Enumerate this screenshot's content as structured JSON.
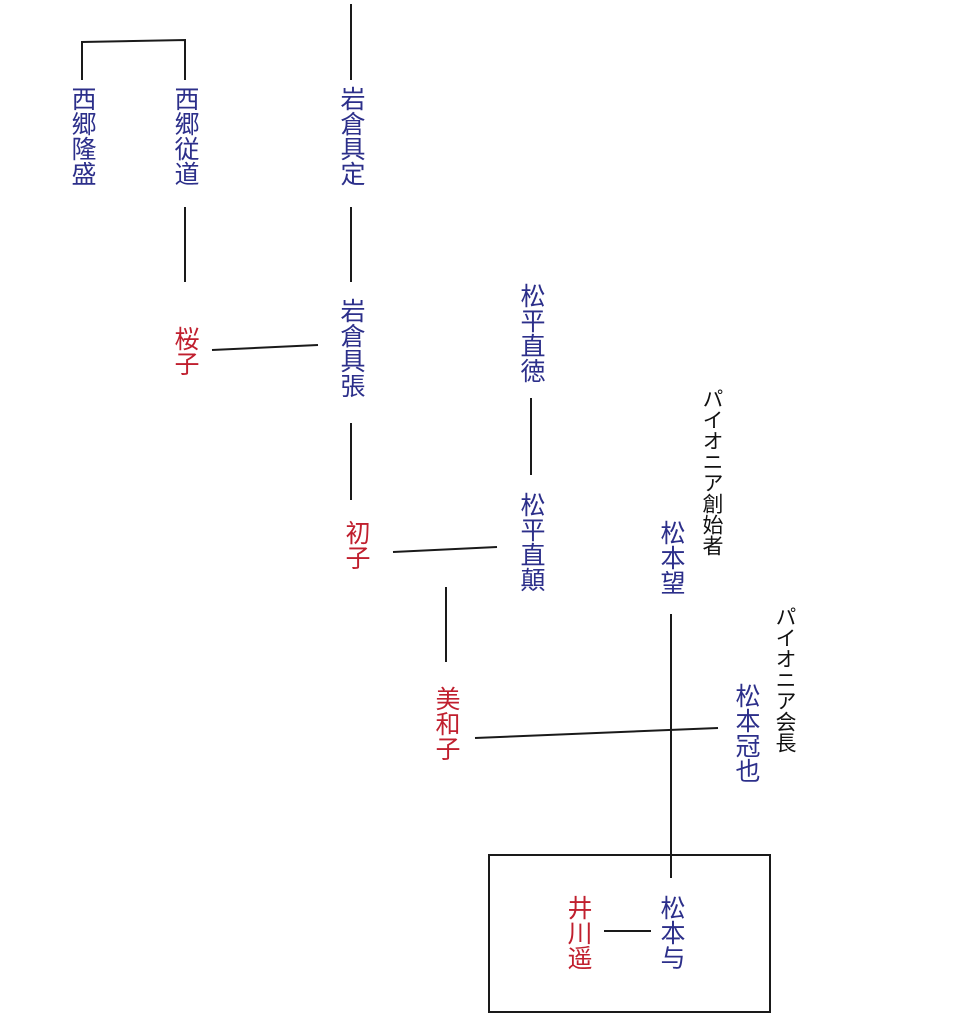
{
  "colors": {
    "male": "#2c2f8a",
    "female": "#c01f2e",
    "note": "#111111",
    "line": "#1a1a1a"
  },
  "people": {
    "saigo_takamori": "西郷隆盛",
    "saigo_judo": "西郷従道",
    "iwakura_tomosada": "岩倉具定",
    "sakurako": "桜子",
    "iwakura_tomohari": "岩倉具張",
    "matsudaira_naonori": "松平直徳",
    "hatsuko": "初子",
    "matsudaira_naotada": "松平直顛",
    "matsumoto_nozomu": "松本望",
    "miwako": "美和子",
    "matsumoto_kanya": "松本冠也",
    "ikawa_haruka": "井川遥",
    "matsumoto_atae": "松本与"
  },
  "notes": {
    "pioneer_founder": "パイオニア創始者",
    "pioneer_chairman": "パイオニア会長"
  }
}
